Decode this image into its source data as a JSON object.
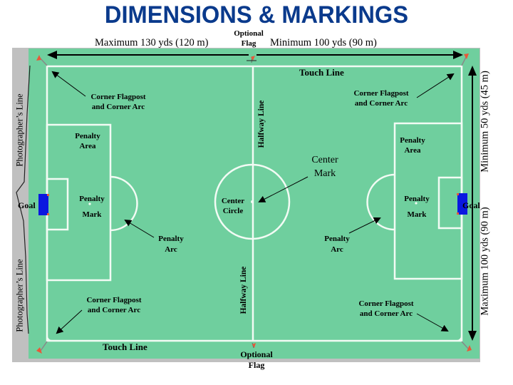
{
  "title": "DIMENSIONS & MARKINGS",
  "colors": {
    "title": "#0a3a8c",
    "field": "#6fcf9e",
    "border_gray": "#c0c0c0",
    "lines": "#f2fbf4",
    "goal": "#0a18e0",
    "flag": "#e8583a",
    "text": "#000000"
  },
  "dimensions": {
    "length_max": "Maximum 130 yds (120 m)",
    "length_min": "Minimum 100 yds (90 m)",
    "width_min": "Minimum 50 yds (45 m)",
    "width_max": "Maximum 100 yds (90 m)"
  },
  "labels": {
    "optional_flag_top": {
      "line1": "Optional",
      "line2": "Flag"
    },
    "optional_flag_bottom": {
      "line1": "Optional",
      "line2": "Flag"
    },
    "touch_line_top": "Touch Line",
    "touch_line_bottom": "Touch Line",
    "halfway_line_top": "Halfway Line",
    "halfway_line_bottom": "Halfway Line",
    "center_mark": {
      "line1": "Center",
      "line2": "Mark"
    },
    "center_circle": {
      "line1": "Center",
      "line2": "Circle"
    },
    "corner_tl": {
      "line1": "Corner Flagpost",
      "line2": "and Corner Arc"
    },
    "corner_tr": {
      "line1": "Corner Flagpost",
      "line2": "and Corner Arc"
    },
    "corner_bl": {
      "line1": "Corner Flagpost",
      "line2": "and Corner Arc"
    },
    "corner_br": {
      "line1": "Corner Flagpost",
      "line2": "and Corner Arc"
    },
    "penalty_area_left": {
      "line1": "Penalty",
      "line2": "Area"
    },
    "penalty_area_right": {
      "line1": "Penalty",
      "line2": "Area"
    },
    "penalty_mark_left": {
      "line1": "Penalty",
      "line2": "Mark"
    },
    "penalty_mark_right": {
      "line1": "Penalty",
      "line2": "Mark"
    },
    "penalty_arc_left": {
      "line1": "Penalty",
      "line2": "Arc"
    },
    "penalty_arc_right": {
      "line1": "Penalty",
      "line2": "Arc"
    },
    "goal_left": "Goal",
    "goal_right": "Goal",
    "photographers_line_top": "Photographer’s Line",
    "photographers_line_bottom": "Photographer’s Line"
  }
}
